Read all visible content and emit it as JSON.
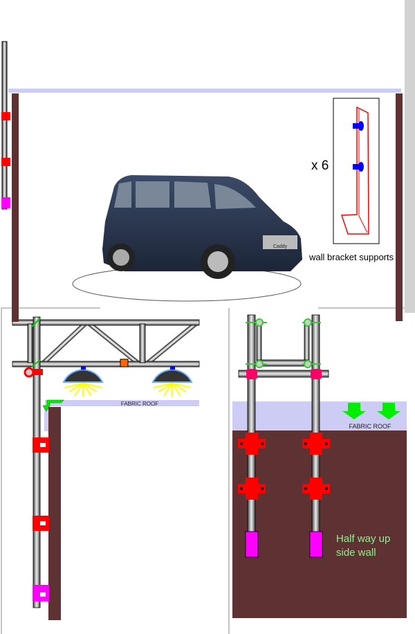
{
  "top_panel": {
    "multiplier_label": "x 6",
    "bracket_caption": "wall bracket supports",
    "vehicle_badge": "Caddy"
  },
  "left_panel": {
    "fabric_roof_label": "FABRIC ROOF"
  },
  "right_panel": {
    "fabric_roof_label": "FABRIC ROOF",
    "note_line1": "Half way up",
    "note_line2": "side wall"
  },
  "colors": {
    "wall": "#5e3232",
    "fabric": "#ccccf5",
    "clamp": "#ff0000",
    "foot": "#ff00ff",
    "arrow": "#00ee00",
    "note": "#90ee90"
  }
}
